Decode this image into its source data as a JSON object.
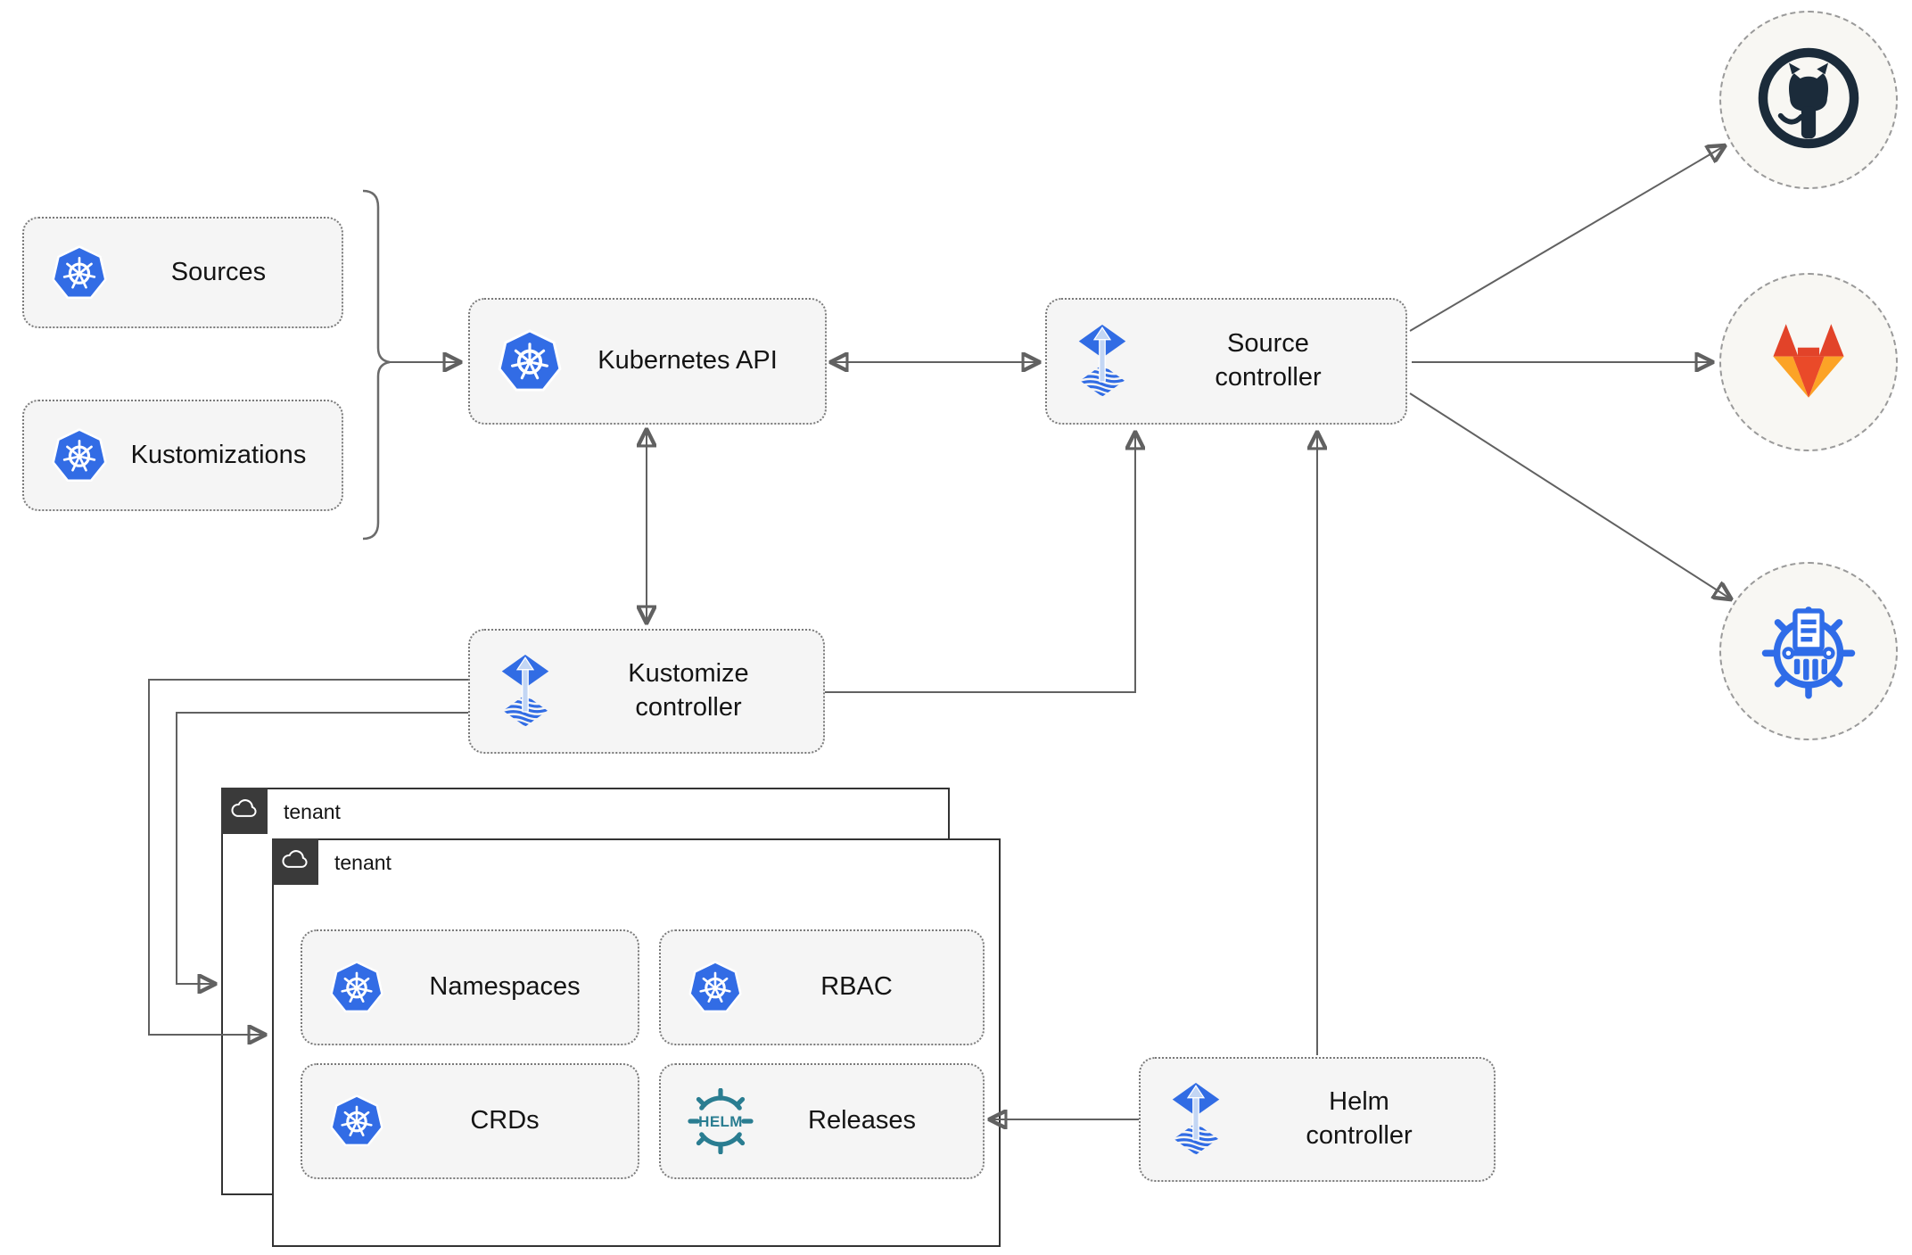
{
  "diagram": {
    "nodes": {
      "sources": {
        "label": "Sources",
        "icon": "kubernetes-icon"
      },
      "kustomizations": {
        "label": "Kustomizations",
        "icon": "kubernetes-icon"
      },
      "kubernetes_api": {
        "label": "Kubernetes API",
        "icon": "kubernetes-icon"
      },
      "source_controller": {
        "label": "Source controller",
        "icon": "flux-icon"
      },
      "kustomize_controller": {
        "label": "Kustomize controller",
        "icon": "flux-icon"
      },
      "helm_controller": {
        "label": "Helm controller",
        "icon": "flux-icon"
      },
      "namespaces": {
        "label": "Namespaces",
        "icon": "kubernetes-icon"
      },
      "rbac": {
        "label": "RBAC",
        "icon": "kubernetes-icon"
      },
      "crds": {
        "label": "CRDs",
        "icon": "kubernetes-icon"
      },
      "releases": {
        "label": "Releases",
        "icon": "helm-icon"
      }
    },
    "groups": {
      "tenant_back": {
        "label": "tenant",
        "icon": "cloud-icon"
      },
      "tenant_front": {
        "label": "tenant",
        "icon": "cloud-icon"
      }
    },
    "endpoints": {
      "github": {
        "icon": "github-icon"
      },
      "gitlab": {
        "icon": "gitlab-icon"
      },
      "chartmuseum": {
        "icon": "chartmuseum-icon"
      }
    },
    "helm_wheel_text": "HELM",
    "edges": [
      {
        "from": "sources-and-kustomizations-brace",
        "to": "kubernetes_api",
        "style": "arrow"
      },
      {
        "from": "kubernetes_api",
        "to": "source_controller",
        "style": "double-arrow"
      },
      {
        "from": "kubernetes_api",
        "to": "kustomize_controller",
        "style": "double-arrow"
      },
      {
        "from": "kustomize_controller",
        "to": "source_controller",
        "style": "arrow"
      },
      {
        "from": "kustomize_controller",
        "to": "tenant_front",
        "style": "arrow"
      },
      {
        "from": "kustomize_controller",
        "to": "tenant_back",
        "style": "arrow"
      },
      {
        "from": "helm_controller",
        "to": "source_controller",
        "style": "arrow"
      },
      {
        "from": "helm_controller",
        "to": "releases",
        "style": "arrow"
      },
      {
        "from": "source_controller",
        "to": "github",
        "style": "arrow"
      },
      {
        "from": "source_controller",
        "to": "gitlab",
        "style": "arrow"
      },
      {
        "from": "source_controller",
        "to": "chartmuseum",
        "style": "arrow"
      }
    ]
  },
  "colors": {
    "kubernetes_blue": "#326ce5",
    "flux_blue": "#316ce4",
    "flux_arrow_light": "#c3d6f4",
    "helm_teal": "#2a7d91",
    "chartmuseum_blue": "#2f6ce8",
    "github_dark": "#1b2b3a",
    "gitlab_orange": "#e24329",
    "gitlab_light": "#fca326",
    "gitlab_mid": "#ea4a29",
    "line_gray": "#616161",
    "box_bg": "#f5f5f5",
    "tenant_badge": "#3a3a3a"
  }
}
